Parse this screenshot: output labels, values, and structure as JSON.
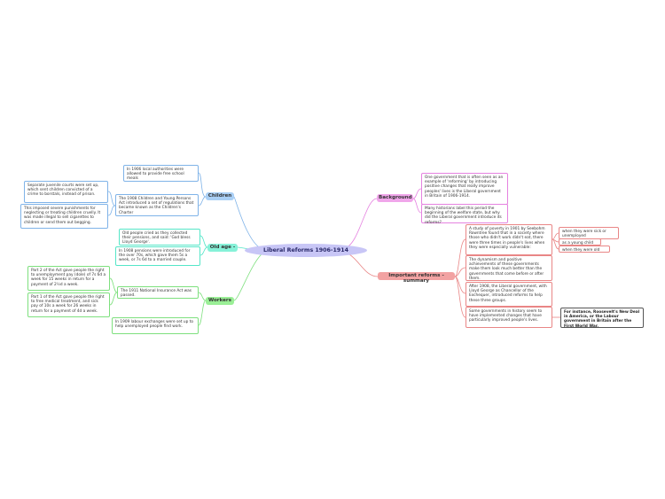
{
  "central": "Liberal Reforms 1906-1914",
  "topics": {
    "children": "Children",
    "old_age": "Old age -",
    "workers": "Workers",
    "background": "Background",
    "important_reforms": "Important reforms - summary"
  },
  "children": {
    "meals": "In 1906 local authorities were allowed to provide free school meals",
    "act_1908": "The 1908 Children and Young Persons Act introduced a set of regulations that became known as the Children's Charter",
    "juvenile_courts": "Separate juvenile courts were set up, which sent children convicted of a crime to borstals, instead of prison.",
    "punishments": "This imposed severe punishments for neglecting or treating children cruelly. It was made illegal to sell cigarettes to children or send them out begging."
  },
  "old_age": {
    "god_bless": "Old people cried as they collected their pensions, and said: 'God bless Lloyd George'.",
    "pensions_1908": "In 1908 pensions were introduced for the over 70s, which gave them 5s a week, or 7s 6d to a married couple."
  },
  "workers": {
    "part2": "Part 2 of the Act gave people the right to unemployment pay (dole) of 7s 6d a week for 15 weeks in return for a payment of 2½d a week.",
    "part1": "Part 1 of the Act gave people the right to free medical treatment, and sick pay of 10s a week for 26 weeks in return for a payment of 4d a week.",
    "act_1911": "The 1911 National Insurance Act was passed.",
    "exchanges": "In 1909 labour exchanges were set up to help unemployed people find work."
  },
  "background": {
    "example": "One government that is often seen as an example of 'reforming' by introducing positive changes that really improve peoples' lives is the Liberal government in Britain of 1906-1914.",
    "welfare": "Many historians label this period the beginning of the welfare state, but why did the Liberal government introduce its reforms?"
  },
  "reforms": {
    "rowntree": "A study of poverty in 1901 by Seebohm Rowntree found that in a society where those who didn't work didn't eat, there were three times in people's lives when they were especially vulnerable:",
    "dynamism": "The dynamism and positive achievements of these governments make them look much better than the governments that come before or after them.",
    "lloyd_george": "After 1908, the Liberal government, with Lloyd George as Chancellor of the Exchequer, introduced reforms to help these three groups.",
    "some_governments": "Some governments in history seem to have implemented changes that have particularly improved people's lives.",
    "sick": "when they were sick or unemployed",
    "child": "as a young child",
    "old": "when they were old",
    "new_deal": "For instance, Roosevelt's New Deal in America, or the Labour government in Britain after the First World War."
  },
  "colors": {
    "blue": "#7fb3e8",
    "cyan": "#55e6c8",
    "green": "#7ee07e",
    "pink": "#e582e0",
    "red": "#e98686",
    "central": "#c8c6f6"
  }
}
